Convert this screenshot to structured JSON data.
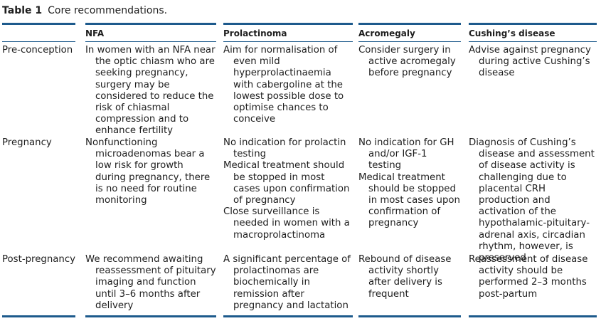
{
  "caption": {
    "number": "Table 1",
    "title": "Core recommendations."
  },
  "colors": {
    "accent": "#1d5a8c",
    "text": "#1e1e1e"
  },
  "table": {
    "columns": [
      "",
      "NFA",
      "Prolactinoma",
      "Acromegaly",
      "Cushing’s disease"
    ],
    "rows": [
      {
        "label": "Pre-conception",
        "cells": [
          [
            "In women with an NFA near the optic chiasm who are seeking pregnancy, surgery may be considered to reduce the risk of chiasmal compression and to enhance fertility"
          ],
          [
            "Aim for normalisation of even mild hyperprolactinaemia with cabergoline at the lowest possible dose to optimise chances to conceive"
          ],
          [
            "Consider surgery in active acromegaly before pregnancy"
          ],
          [
            "Advise against pregnancy during active Cushing’s disease"
          ]
        ]
      },
      {
        "label": "Pregnancy",
        "cells": [
          [
            "Nonfunctioning microadenomas bear a low risk for growth during pregnancy, there is no need for routine monitoring"
          ],
          [
            "No indication for prolactin testing",
            "Medical treatment should be stopped in most cases upon confirmation of pregnancy",
            "Close surveillance is needed in women with a macroprolactinoma"
          ],
          [
            "No indication for GH and/or IGF-1 testing",
            "Medical treatment should be stopped in most cases upon confirmation of pregnancy"
          ],
          [
            "Diagnosis of Cushing’s disease and assessment of disease activity is challenging due to placental CRH production and activation of the hypothalamic-pituitary-adrenal axis, circadian rhythm, however, is preserved"
          ]
        ]
      },
      {
        "label": "Post-pregnancy",
        "cells": [
          [
            "We recommend awaiting reassessment of pituitary imaging and function until 3–6 months after delivery"
          ],
          [
            "A significant percentage of prolactinomas are biochemically in remission after pregnancy and lactation"
          ],
          [
            "Rebound of disease activity shortly after delivery is frequent"
          ],
          [
            "Reassessment of disease activity should be performed 2–3 months post-partum"
          ]
        ]
      }
    ]
  }
}
